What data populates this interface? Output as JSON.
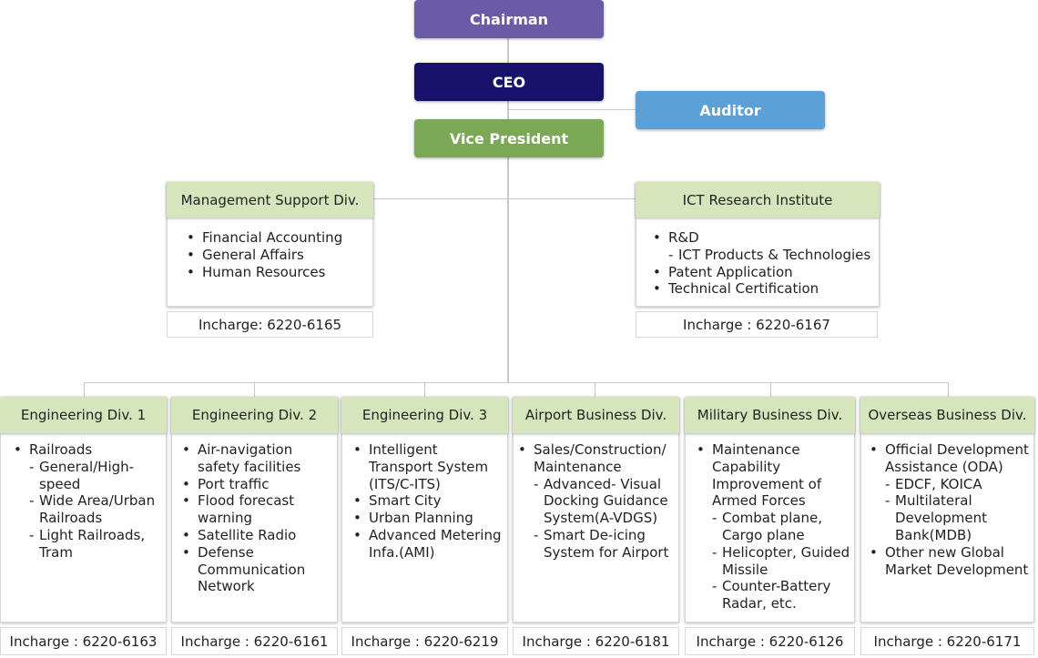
{
  "executives": {
    "chairman": "Chairman",
    "ceo": "CEO",
    "auditor": "Auditor",
    "vice_president": "Vice President"
  },
  "colors": {
    "chairman": "#6b5aa6",
    "ceo": "#17136a",
    "auditor": "#5ba0d6",
    "vice_president": "#7aa856",
    "division_header": "#d6e6bc"
  },
  "upper_divisions": [
    {
      "name": "Management Support Div.",
      "items": [
        {
          "text": "Financial Accounting",
          "subs": []
        },
        {
          "text": "General Affairs",
          "subs": []
        },
        {
          "text": "Human Resources",
          "subs": []
        }
      ],
      "incharge": "Incharge: 6220-6165"
    },
    {
      "name": "ICT Research Institute",
      "items": [
        {
          "text": "R&D",
          "subs": [
            "ICT Products & Technologies"
          ]
        },
        {
          "text": "Patent Application",
          "subs": []
        },
        {
          "text": "Technical Certification",
          "subs": []
        }
      ],
      "incharge": "Incharge : 6220-6167"
    }
  ],
  "divisions": [
    {
      "name": "Engineering Div. 1",
      "items": [
        {
          "text": "Railroads",
          "subs": [
            "General/High-speed",
            "Wide Area/Urban Railroads",
            "Light Railroads, Tram"
          ]
        }
      ],
      "incharge": "Incharge : 6220-6163"
    },
    {
      "name": "Engineering Div. 2",
      "items": [
        {
          "text": "Air-navigation safety facilities",
          "subs": []
        },
        {
          "text": "Port traffic",
          "subs": []
        },
        {
          "text": "Flood forecast warning",
          "subs": []
        },
        {
          "text": "Satellite Radio",
          "subs": []
        },
        {
          "text": "Defense Communication Network",
          "subs": []
        }
      ],
      "incharge": "Incharge : 6220-6161"
    },
    {
      "name": "Engineering Div. 3",
      "items": [
        {
          "text": "Intelligent Transport System (ITS/C-ITS)",
          "subs": []
        },
        {
          "text": "Smart City",
          "subs": []
        },
        {
          "text": "Urban Planning",
          "subs": []
        },
        {
          "text": "Advanced Metering Infa.(AMI)",
          "subs": []
        }
      ],
      "incharge": "Incharge : 6220-6219"
    },
    {
      "name": "Airport Business Div.",
      "items": [
        {
          "text": "Sales/Construction/ Maintenance",
          "subs": [
            "Advanced- Visual Docking Guidance System(A-VDGS)",
            "Smart De-icing System for Airport"
          ]
        }
      ],
      "incharge": "Incharge : 6220-6181"
    },
    {
      "name": "Military Business Div.",
      "items": [
        {
          "text": "Maintenance Capability Improvement of Armed Forces",
          "subs": [
            "Combat plane, Cargo plane",
            "Helicopter, Guided Missile",
            "Counter-Battery Radar, etc."
          ]
        }
      ],
      "incharge": "Incharge : 6220-6126"
    },
    {
      "name": "Overseas Business Div.",
      "items": [
        {
          "text": "Official Development Assistance (ODA)",
          "subs": [
            "EDCF, KOICA",
            "Multilateral Development Bank(MDB)"
          ]
        },
        {
          "text": "Other new Global Market Development",
          "subs": []
        }
      ],
      "incharge": "Incharge : 6220-6171"
    }
  ]
}
